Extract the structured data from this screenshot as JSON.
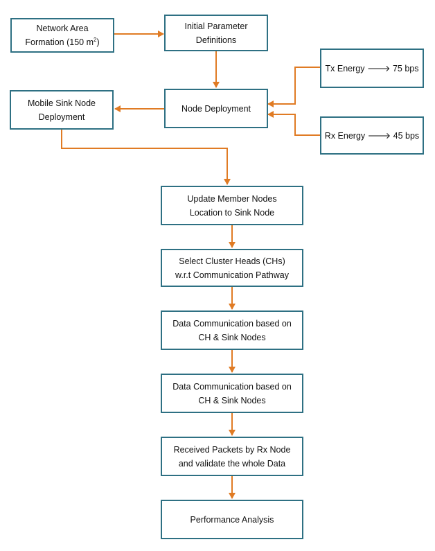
{
  "colors": {
    "box_border": "#2e7083",
    "connector": "#e07b24",
    "text": "#111111",
    "background": "#ffffff"
  },
  "nodes": {
    "network_area": {
      "line1": "Network Area",
      "line2_prefix": "Formation (150 m",
      "superscript": "2",
      "line2_suffix": ")"
    },
    "initial_params": {
      "text": "Initial Parameter\nDefinitions"
    },
    "tx_energy": {
      "prefix": "Tx Energy ",
      "arrow": "🡒",
      "suffix": " 75 bps"
    },
    "rx_energy": {
      "prefix": "Rx Energy ",
      "arrow": "🡒",
      "suffix": " 45 bps"
    },
    "mobile_sink": {
      "text": "Mobile Sink Node\nDeployment"
    },
    "node_deployment": {
      "text": "Node Deployment"
    },
    "update_member": {
      "text": "Update Member Nodes\nLocation to Sink Node"
    },
    "select_ch": {
      "text": "Select Cluster Heads (CHs)\nw.r.t Communication Pathway"
    },
    "data_comm_1": {
      "text": "Data Communication based on\nCH & Sink Nodes"
    },
    "data_comm_2": {
      "text": "Data Communication based on\nCH & Sink Nodes"
    },
    "received_packets": {
      "text": "Received Packets by Rx Node\nand validate the whole Data"
    },
    "performance": {
      "text": "Performance Analysis"
    }
  }
}
